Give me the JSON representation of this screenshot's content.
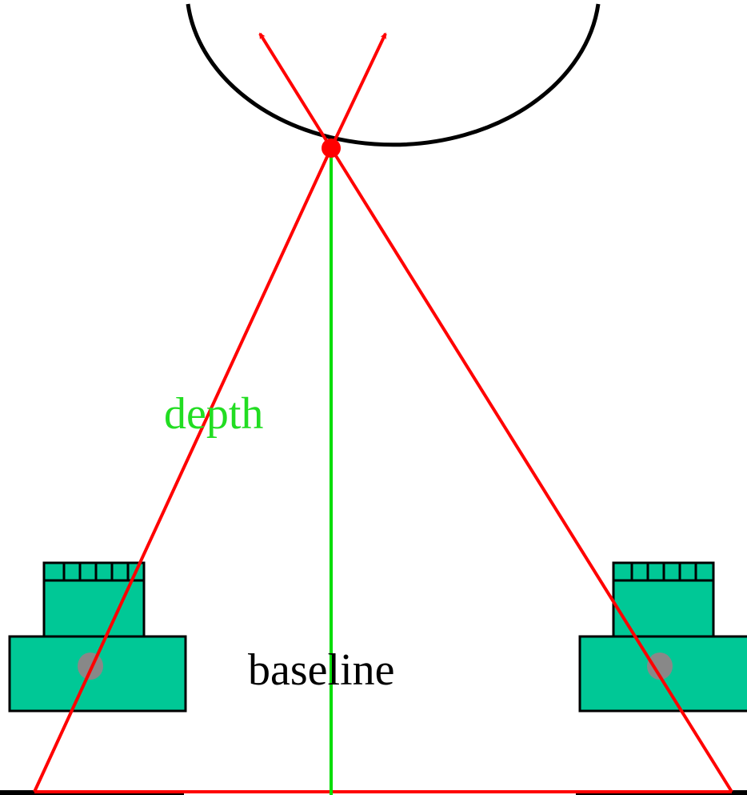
{
  "labels": {
    "depth": "depth",
    "baseline": "baseline"
  },
  "colors": {
    "background": "#ffffff",
    "object_outline": "#000000",
    "ray": "#ff0000",
    "depth_line": "#00dd00",
    "depth_label": "#22dd22",
    "baseline_label": "#000000",
    "camera_body": "#00c896",
    "camera_outline": "#000000",
    "lens": "#888888"
  },
  "elements": {
    "object": "sphere-object",
    "scene_point": "scene-point",
    "cameras": [
      "left-camera",
      "right-camera"
    ]
  }
}
